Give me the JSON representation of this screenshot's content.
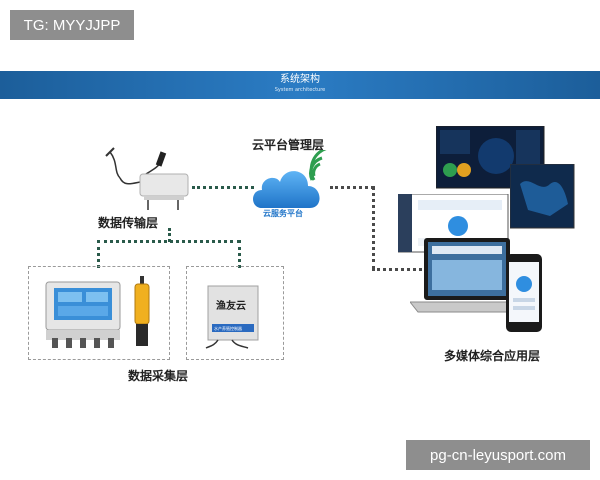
{
  "watermark": {
    "text": "TG: MYYJJPP"
  },
  "footer_tag": {
    "text": "pg-cn-leyusport.com"
  },
  "banner": {
    "title": "系统架构",
    "subtitle": "System architecture"
  },
  "labels": {
    "cloud_layer": "云平台管理层",
    "cloud_platform": "云服务平台",
    "transmission_layer": "数据传输层",
    "collection_layer": "数据采集层",
    "application_layer": "多媒体综合应用层"
  },
  "device_text": {
    "cabinet_brand": "渔友云",
    "cabinet_plate": "水产养殖控制器"
  },
  "colors": {
    "banner": "#2b7cc4",
    "cloud": "#2f8ee0",
    "connector": "#2a5a4a",
    "wifi": "#2e9e4f"
  }
}
